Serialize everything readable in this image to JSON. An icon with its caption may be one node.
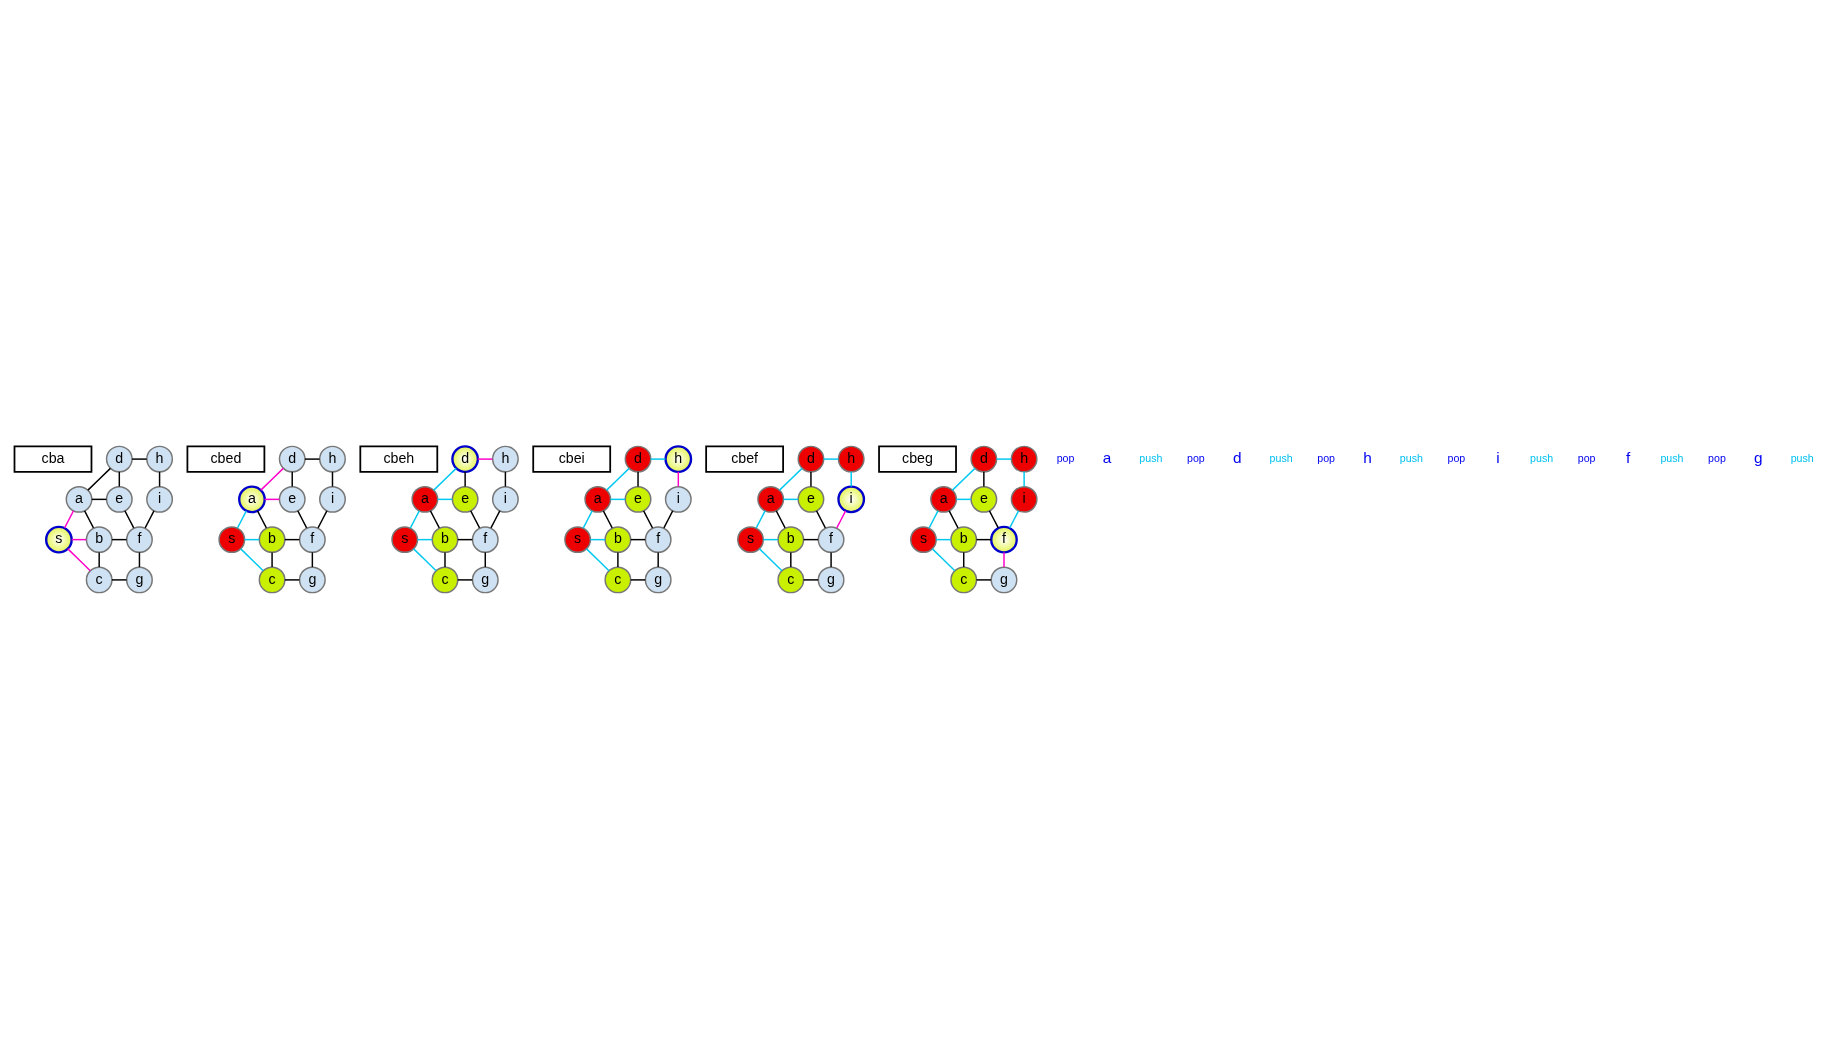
{
  "diagram": {
    "nodes": [
      {
        "text": [
          "cba"
        ]
      },
      {
        "text": [
          "d"
        ]
      },
      {
        "text": [
          "h"
        ]
      },
      {
        "text": [
          "a"
        ]
      },
      {
        "text": [
          "e"
        ]
      },
      {
        "text": [
          "i"
        ]
      },
      {
        "text": [
          "s"
        ]
      },
      {
        "text": [
          "b"
        ]
      },
      {
        "text": [
          "f"
        ]
      },
      {
        "text": [
          "c"
        ]
      },
      {
        "text": [
          "g"
        ]
      },
      {
        "text": [
          "cbed"
        ]
      },
      {
        "text": [
          "d"
        ]
      },
      {
        "text": [
          "h"
        ]
      },
      {
        "text": [
          "a"
        ]
      },
      {
        "text": [
          "e"
        ]
      },
      {
        "text": [
          "i"
        ]
      },
      {
        "text": [
          "s"
        ]
      },
      {
        "text": [
          "b"
        ]
      },
      {
        "text": [
          "f"
        ]
      },
      {
        "text": [
          "c"
        ]
      },
      {
        "text": [
          "g"
        ]
      },
      {
        "text": [
          "cbeh"
        ]
      },
      {
        "text": [
          "d"
        ]
      },
      {
        "text": [
          "h"
        ]
      },
      {
        "text": [
          "a"
        ]
      },
      {
        "text": [
          "e"
        ]
      },
      {
        "text": [
          "i"
        ]
      },
      {
        "text": [
          "s"
        ]
      },
      {
        "text": [
          "b"
        ]
      },
      {
        "text": [
          "f"
        ]
      },
      {
        "text": [
          "c"
        ]
      },
      {
        "text": [
          "g"
        ]
      },
      {
        "text": [
          "cbei"
        ]
      },
      {
        "text": [
          "d"
        ]
      },
      {
        "text": [
          "h"
        ]
      },
      {
        "text": [
          "a"
        ]
      },
      {
        "text": [
          "e"
        ]
      },
      {
        "text": [
          "i"
        ]
      },
      {
        "text": [
          "s"
        ]
      },
      {
        "text": [
          "b"
        ]
      },
      {
        "text": [
          "f"
        ]
      },
      {
        "text": [
          "c"
        ]
      },
      {
        "text": [
          "g"
        ]
      },
      {
        "text": [
          "cbef"
        ]
      },
      {
        "text": [
          "d"
        ]
      },
      {
        "text": [
          "h"
        ]
      },
      {
        "text": [
          "a"
        ]
      },
      {
        "text": [
          "e"
        ]
      },
      {
        "text": [
          "i"
        ]
      },
      {
        "text": [
          "s"
        ]
      },
      {
        "text": [
          "b"
        ]
      },
      {
        "text": [
          "f"
        ]
      },
      {
        "text": [
          "c"
        ]
      },
      {
        "text": [
          "g"
        ]
      },
      {
        "text": [
          "cbeg"
        ]
      },
      {
        "text": [
          "d"
        ]
      },
      {
        "text": [
          "h"
        ]
      },
      {
        "text": [
          "a"
        ]
      },
      {
        "text": [
          "e"
        ]
      },
      {
        "text": [
          "i"
        ]
      },
      {
        "text": [
          "s"
        ]
      },
      {
        "text": [
          "b"
        ]
      },
      {
        "text": [
          "f"
        ]
      },
      {
        "text": [
          "c"
        ]
      },
      {
        "text": [
          "g"
        ]
      }
    ],
    "edges": [
      {
        "from": 1,
        "to": 2,
        "arrow": "none"
      },
      {
        "from": 1,
        "to": 3,
        "arrow": "none"
      },
      {
        "from": 1,
        "to": 4,
        "arrow": "none"
      },
      {
        "from": 3,
        "to": 4,
        "arrow": "none"
      },
      {
        "from": 2,
        "to": 5,
        "arrow": "none"
      },
      {
        "from": 3,
        "to": 6,
        "arrow": "none",
        "color": "#ff00cc"
      },
      {
        "from": 3,
        "to": 7,
        "arrow": "none"
      },
      {
        "from": 6,
        "to": 7,
        "arrow": "none",
        "color": "#ff00cc"
      },
      {
        "from": 4,
        "to": 8,
        "arrow": "none"
      },
      {
        "from": 5,
        "to": 8,
        "arrow": "none"
      },
      {
        "from": 7,
        "to": 8,
        "arrow": "none"
      },
      {
        "from": 6,
        "to": 9,
        "arrow": "none",
        "color": "#ff00cc"
      },
      {
        "from": 7,
        "to": 9,
        "arrow": "none"
      },
      {
        "from": 9,
        "to": 10,
        "arrow": "none"
      },
      {
        "from": 8,
        "to": 10,
        "arrow": "none"
      },
      {
        "from": 12,
        "to": 13,
        "arrow": "none"
      },
      {
        "from": 12,
        "to": 14,
        "arrow": "none",
        "color": "#ff00cc"
      },
      {
        "from": 12,
        "to": 15,
        "arrow": "none"
      },
      {
        "from": 14,
        "to": 15,
        "arrow": "none",
        "color": "#ff00cc"
      },
      {
        "from": 13,
        "to": 16,
        "arrow": "none"
      },
      {
        "from": 14,
        "to": 17,
        "arrow": "none",
        "color": "#00c8f0"
      },
      {
        "from": 14,
        "to": 18,
        "arrow": "none"
      },
      {
        "from": 17,
        "to": 18,
        "arrow": "none",
        "color": "#00c8f0"
      },
      {
        "from": 15,
        "to": 19,
        "arrow": "none"
      },
      {
        "from": 16,
        "to": 19,
        "arrow": "none"
      },
      {
        "from": 18,
        "to": 19,
        "arrow": "none"
      },
      {
        "from": 17,
        "to": 20,
        "arrow": "none",
        "color": "#00c8f0"
      },
      {
        "from": 18,
        "to": 20,
        "arrow": "none"
      },
      {
        "from": 20,
        "to": 21,
        "arrow": "none"
      },
      {
        "from": 19,
        "to": 21,
        "arrow": "none"
      },
      {
        "from": 23,
        "to": 24,
        "arrow": "none",
        "color": "#ff00cc"
      },
      {
        "from": 23,
        "to": 25,
        "arrow": "none",
        "color": "#00c8f0"
      },
      {
        "from": 23,
        "to": 26,
        "arrow": "none"
      },
      {
        "from": 25,
        "to": 26,
        "arrow": "none",
        "color": "#00c8f0"
      },
      {
        "from": 24,
        "to": 27,
        "arrow": "none"
      },
      {
        "from": 25,
        "to": 28,
        "arrow": "none",
        "color": "#00c8f0"
      },
      {
        "from": 25,
        "to": 29,
        "arrow": "none"
      },
      {
        "from": 28,
        "to": 29,
        "arrow": "none",
        "color": "#00c8f0"
      },
      {
        "from": 26,
        "to": 30,
        "arrow": "none"
      },
      {
        "from": 27,
        "to": 30,
        "arrow": "none"
      },
      {
        "from": 29,
        "to": 30,
        "arrow": "none"
      },
      {
        "from": 28,
        "to": 31,
        "arrow": "none",
        "color": "#00c8f0"
      },
      {
        "from": 29,
        "to": 31,
        "arrow": "none"
      },
      {
        "from": 31,
        "to": 32,
        "arrow": "none"
      },
      {
        "from": 30,
        "to": 32,
        "arrow": "none"
      },
      {
        "from": 34,
        "to": 35,
        "arrow": "none",
        "color": "#00c8f0"
      },
      {
        "from": 34,
        "to": 36,
        "arrow": "none",
        "color": "#00c8f0"
      },
      {
        "from": 34,
        "to": 37,
        "arrow": "none"
      },
      {
        "from": 36,
        "to": 37,
        "arrow": "none",
        "color": "#00c8f0"
      },
      {
        "from": 35,
        "to": 38,
        "arrow": "none",
        "color": "#ff00cc"
      },
      {
        "from": 36,
        "to": 39,
        "arrow": "none",
        "color": "#00c8f0"
      },
      {
        "from": 36,
        "to": 40,
        "arrow": "none"
      },
      {
        "from": 39,
        "to": 40,
        "arrow": "none",
        "color": "#00c8f0"
      },
      {
        "from": 37,
        "to": 41,
        "arrow": "none"
      },
      {
        "from": 38,
        "to": 41,
        "arrow": "none"
      },
      {
        "from": 40,
        "to": 41,
        "arrow": "none"
      },
      {
        "from": 39,
        "to": 42,
        "arrow": "none",
        "color": "#00c8f0"
      },
      {
        "from": 40,
        "to": 42,
        "arrow": "none"
      },
      {
        "from": 42,
        "to": 43,
        "arrow": "none"
      },
      {
        "from": 41,
        "to": 43,
        "arrow": "none"
      },
      {
        "from": 45,
        "to": 46,
        "arrow": "none",
        "color": "#00c8f0"
      },
      {
        "from": 45,
        "to": 47,
        "arrow": "none",
        "color": "#00c8f0"
      },
      {
        "from": 45,
        "to": 48,
        "arrow": "none"
      },
      {
        "from": 47,
        "to": 48,
        "arrow": "none",
        "color": "#00c8f0"
      },
      {
        "from": 46,
        "to": 49,
        "arrow": "none",
        "color": "#00c8f0"
      },
      {
        "from": 47,
        "to": 50,
        "arrow": "none",
        "color": "#00c8f0"
      },
      {
        "from": 47,
        "to": 51,
        "arrow": "none"
      },
      {
        "from": 50,
        "to": 51,
        "arrow": "none",
        "color": "#00c8f0"
      },
      {
        "from": 48,
        "to": 52,
        "arrow": "none"
      },
      {
        "from": 49,
        "to": 52,
        "arrow": "none",
        "color": "#ff00cc"
      },
      {
        "from": 51,
        "to": 52,
        "arrow": "none"
      },
      {
        "from": 50,
        "to": 53,
        "arrow": "none",
        "color": "#00c8f0"
      },
      {
        "from": 51,
        "to": 53,
        "arrow": "none"
      },
      {
        "from": 53,
        "to": 54,
        "arrow": "none"
      },
      {
        "from": 52,
        "to": 54,
        "arrow": "none"
      },
      {
        "from": 56,
        "to": 57,
        "arrow": "none",
        "color": "#00c8f0"
      },
      {
        "from": 56,
        "to": 58,
        "arrow": "none",
        "color": "#00c8f0"
      },
      {
        "from": 56,
        "to": 59,
        "arrow": "none"
      },
      {
        "from": 58,
        "to": 59,
        "arrow": "none",
        "color": "#00c8f0"
      },
      {
        "from": 57,
        "to": 60,
        "arrow": "none",
        "color": "#00c8f0"
      },
      {
        "from": 58,
        "to": 61,
        "arrow": "none",
        "color": "#00c8f0"
      },
      {
        "from": 58,
        "to": 62,
        "arrow": "none"
      },
      {
        "from": 61,
        "to": 62,
        "arrow": "none",
        "color": "#00c8f0"
      },
      {
        "from": 59,
        "to": 63,
        "arrow": "none"
      },
      {
        "from": 60,
        "to": 63,
        "arrow": "none",
        "color": "#00c8f0"
      },
      {
        "from": 62,
        "to": 63,
        "arrow": "none"
      },
      {
        "from": 61,
        "to": 64,
        "arrow": "none",
        "color": "#00c8f0"
      },
      {
        "from": 62,
        "to": 64,
        "arrow": "none"
      },
      {
        "from": 64,
        "to": 65,
        "arrow": "none"
      },
      {
        "from": 63,
        "to": 65,
        "arrow": "none",
        "color": "#ff00cc"
      }
    ],
    "labels": [
      "pop",
      "a",
      "push",
      "pop",
      "d",
      "push",
      "pop",
      "h",
      "push",
      "pop",
      "i",
      "push",
      "pop",
      "f",
      "push",
      "pop",
      "g",
      "push"
    ]
  }
}
